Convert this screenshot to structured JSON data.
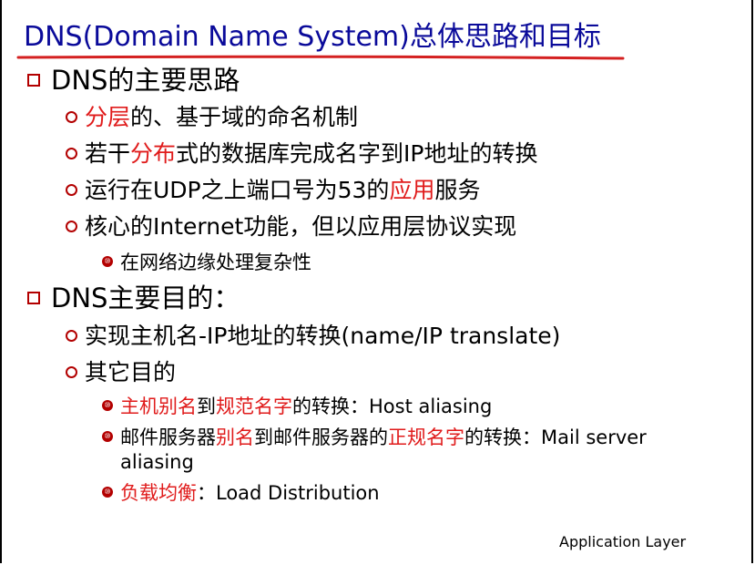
{
  "slide": {
    "title": "DNS(Domain Name System)总体思路和目标",
    "section1": {
      "heading": "DNS的主要思路",
      "items": [
        {
          "parts": [
            "分层",
            "的、基于域的命名机制"
          ]
        },
        {
          "parts": [
            "若干",
            "分布",
            "式的数据库完成名字到IP地址的转换"
          ]
        },
        {
          "parts": [
            "运行在UDP之上端口号为53的",
            "应用",
            "服务"
          ]
        },
        {
          "parts": [
            "核心的Internet功能，但以应用层协议实现"
          ]
        }
      ],
      "sub": "在网络边缘处理复杂性"
    },
    "section2": {
      "heading": "DNS主要目的：",
      "items": [
        "实现主机名-IP地址的转换(name/IP translate)",
        "其它目的"
      ],
      "subitems": [
        {
          "parts": [
            "主机别名",
            "到",
            "规范名字",
            "的转换：Host aliasing"
          ]
        },
        {
          "parts": [
            "邮件服务器",
            "别名",
            "到邮件服务器的",
            "正规名字",
            "的转换：Mail server"
          ],
          "cont": "aliasing"
        },
        {
          "parts": [
            "负载均衡",
            "：Load Distribution"
          ]
        }
      ]
    },
    "footer": "Application Layer",
    "bullet_glyph": "⑩"
  }
}
